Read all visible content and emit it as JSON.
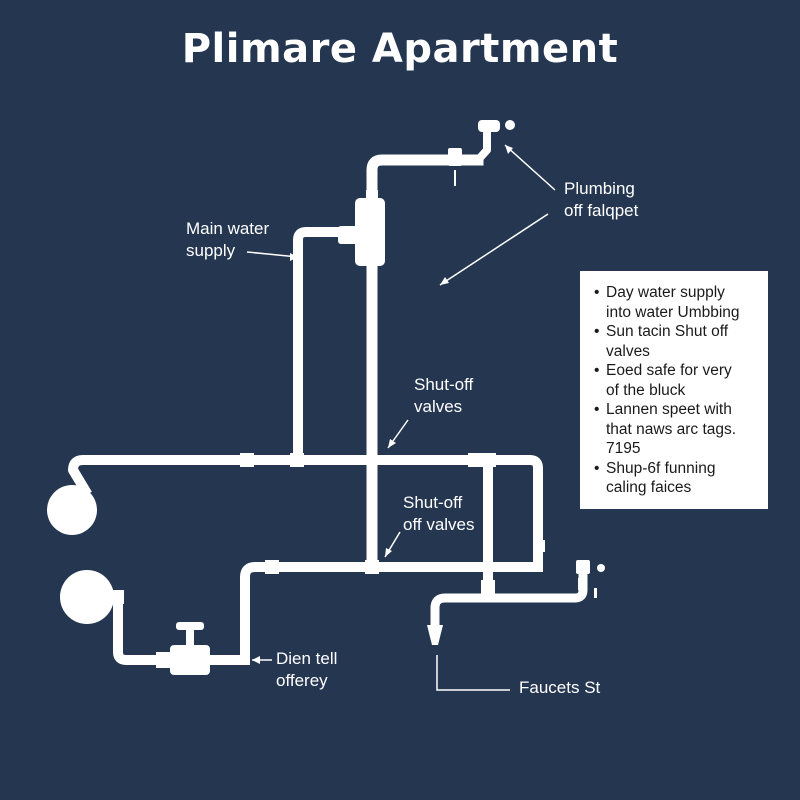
{
  "title": "Plimare Apartment",
  "labels": {
    "main_supply": [
      "Main water",
      "supply"
    ],
    "plumbing_faucet": [
      "Plumbing",
      "off falqpet"
    ],
    "shutoff_upper": [
      "Shut-off",
      "valves"
    ],
    "shutoff_lower": [
      "Shut-off",
      "off valves"
    ],
    "drain": [
      "Dien tell",
      "offerey"
    ],
    "faucets": [
      "Faucets St"
    ]
  },
  "legend": {
    "bullet": "•",
    "items": [
      {
        "lines": [
          "Day water supply",
          "into water Umbbing"
        ]
      },
      {
        "lines": [
          "Sun tacin Shut off",
          "valves"
        ]
      },
      {
        "lines": [
          "Eoed safe for very",
          "of the bluck"
        ]
      },
      {
        "lines": [
          "Lannen speet with",
          "that naws arc tags.",
          "7195"
        ]
      },
      {
        "lines": [
          "Shup-6f funning",
          "caling faices"
        ]
      }
    ]
  },
  "colors": {
    "background": "#253650",
    "pipe": "#ffffff",
    "text": "#ffffff"
  }
}
